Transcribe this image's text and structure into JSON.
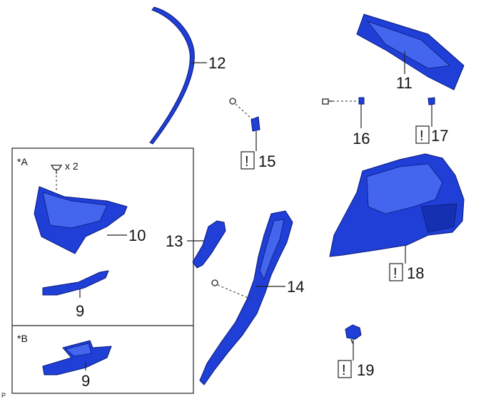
{
  "labels": {
    "p9a": "9",
    "p9b": "9",
    "p10": "10",
    "p11": "11",
    "p12": "12",
    "p13": "13",
    "p14": "14",
    "p15": "15",
    "p16": "16",
    "p17": "17",
    "p18": "18",
    "p19": "19"
  },
  "callouts": {
    "inset_a": "*A",
    "inset_b": "*B",
    "qty": "x 2",
    "warning_symbol": "!",
    "corner_mark": "P"
  },
  "colors": {
    "part": "#1f3fd6",
    "outline": "#0a1a7a"
  }
}
